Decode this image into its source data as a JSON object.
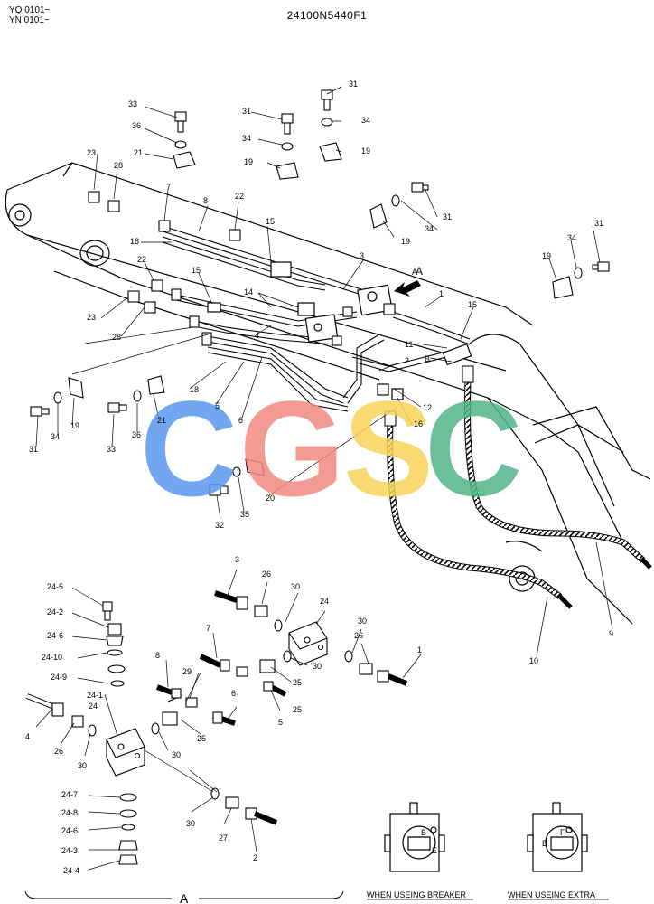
{
  "header": {
    "serial_lines": [
      "YQ 0101~",
      "YN 0101~"
    ],
    "document_number": "24100N5440F1"
  },
  "watermark": {
    "letters": [
      "C",
      "G",
      "S",
      "C"
    ],
    "colors": [
      "#5a97ee",
      "#f08a80",
      "#f7d35a",
      "#52b58a"
    ]
  },
  "view_marker": {
    "arrow_label": "A",
    "section_label": "A"
  },
  "captions": {
    "breaker": "WHEN USEING BREAKER",
    "extra": "WHEN USEING EXTRA"
  },
  "port_letters": {
    "breaker": [
      "B",
      "E"
    ],
    "extra": [
      "B",
      "F"
    ]
  },
  "callouts": {
    "upper": [
      "33",
      "36",
      "21",
      "31",
      "34",
      "31",
      "34",
      "19",
      "19",
      "23",
      "28",
      "7",
      "8",
      "22",
      "15",
      "19",
      "34",
      "31",
      "18",
      "22",
      "15",
      "3",
      "A",
      "1",
      "31",
      "34",
      "19",
      "14",
      "15",
      "23",
      "28",
      "4",
      "11",
      "B",
      "2",
      "12",
      "16",
      "18",
      "5",
      "6",
      "21",
      "19",
      "31",
      "34",
      "33",
      "36",
      "20",
      "32",
      "35",
      "9",
      "10"
    ],
    "lower": [
      "3",
      "26",
      "30",
      "24",
      "24-5",
      "24-2",
      "24-6",
      "24-10",
      "24-9",
      "7",
      "30",
      "26",
      "1",
      "8",
      "29",
      "25",
      "30",
      "25",
      "6",
      "5",
      "24-1",
      "24",
      "4",
      "26",
      "30",
      "30",
      "25",
      "24-7",
      "24-8",
      "24-6",
      "24-3",
      "24-4",
      "30",
      "27",
      "2"
    ]
  }
}
